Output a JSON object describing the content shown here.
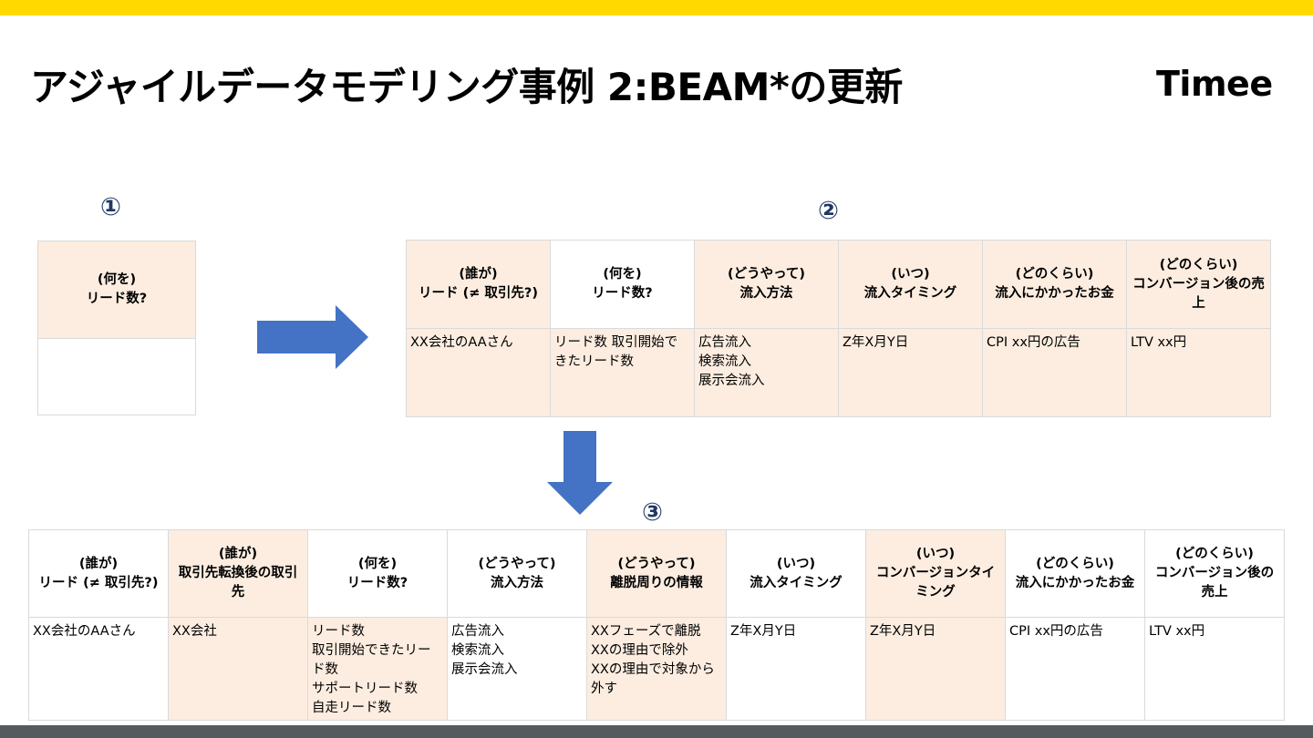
{
  "slide": {
    "title": "アジャイルデータモデリング事例 2:BEAM*の更新",
    "logo": "Timee",
    "accent_color": "#FFD900",
    "highlight_color": "#FCEDE0"
  },
  "markers": [
    "①",
    "②",
    "③"
  ],
  "table1": {
    "header": "(何を)\nリード数?",
    "value": ""
  },
  "table2": {
    "headers": [
      "(誰が)\nリード (≠ 取引先?)",
      "(何を)\nリード数?",
      "(どうやって)\n流入方法",
      "(いつ)\n流入タイミング",
      "(どのくらい)\n流入にかかったお金",
      "(どのくらい)\nコンバージョン後の売上"
    ],
    "values": [
      "XX会社のAAさん",
      "リード数\n取引開始できたリード数",
      "広告流入\n検索流入\n展示会流入",
      "Z年X月Y日",
      "CPI xx円の広告",
      "LTV xx円"
    ]
  },
  "table3": {
    "headers": [
      "(誰が)\nリード (≠ 取引先?)",
      "(誰が)\n取引先転換後の取引先",
      "(何を)\nリード数?",
      "(どうやって)\n流入方法",
      "(どうやって)\n離脱周りの情報",
      "(いつ)\n流入タイミング",
      "(いつ)\nコンバージョンタイミング",
      "(どのくらい)\n流入にかかったお金",
      "(どのくらい)\nコンバージョン後の売上"
    ],
    "values": [
      "XX会社のAAさん",
      "XX会社",
      "リード数\n取引開始できたリード数\nサポートリード数\n自走リード数",
      "広告流入\n検索流入\n展示会流入",
      "XXフェーズで離脱\nXXの理由で除外\nXXの理由で対象から外す",
      "Z年X月Y日",
      "Z年X月Y日",
      "CPI xx円の広告",
      "LTV xx円"
    ]
  }
}
